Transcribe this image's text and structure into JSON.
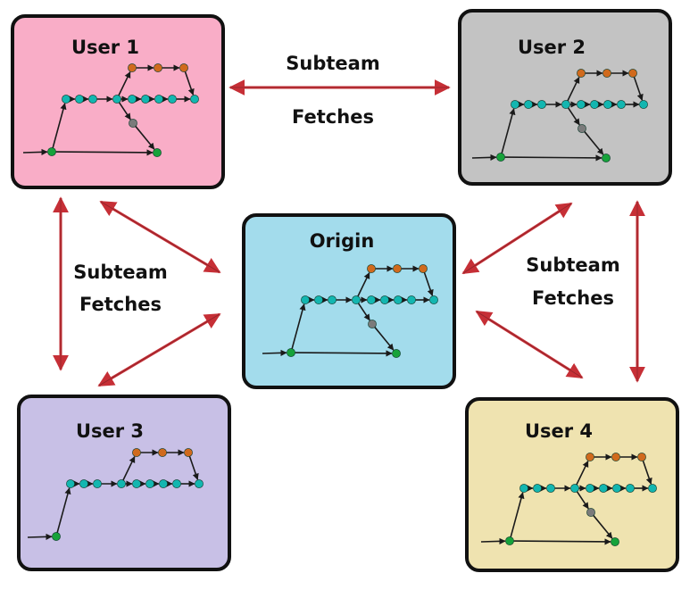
{
  "boxes": [
    {
      "id": "user1",
      "title": "User 1",
      "fill": "#f9adc7",
      "graph": "full"
    },
    {
      "id": "user2",
      "title": "User 2",
      "fill": "#c3c3c3",
      "graph": "full"
    },
    {
      "id": "origin",
      "title": "Origin",
      "fill": "#a3dcec",
      "graph": "full"
    },
    {
      "id": "user3",
      "title": "User 3",
      "fill": "#c8c0e6",
      "graph": "partial"
    },
    {
      "id": "user4",
      "title": "User 4",
      "fill": "#efe3b0",
      "graph": "full"
    }
  ],
  "links": [
    {
      "id": "top",
      "lines": [
        "Subteam",
        "Fetches"
      ]
    },
    {
      "id": "left",
      "lines": [
        "Subteam",
        "Fetches"
      ]
    },
    {
      "id": "right",
      "lines": [
        "Subteam",
        "Fetches"
      ]
    }
  ],
  "colors": {
    "arrow": "#c62f36",
    "node_start": "#16a23a",
    "node_main": "#13b6b0",
    "node_branch": "#d06a1d",
    "node_gray": "#7b7b7b",
    "edge": "#1a1a1a",
    "border": "#111111"
  }
}
